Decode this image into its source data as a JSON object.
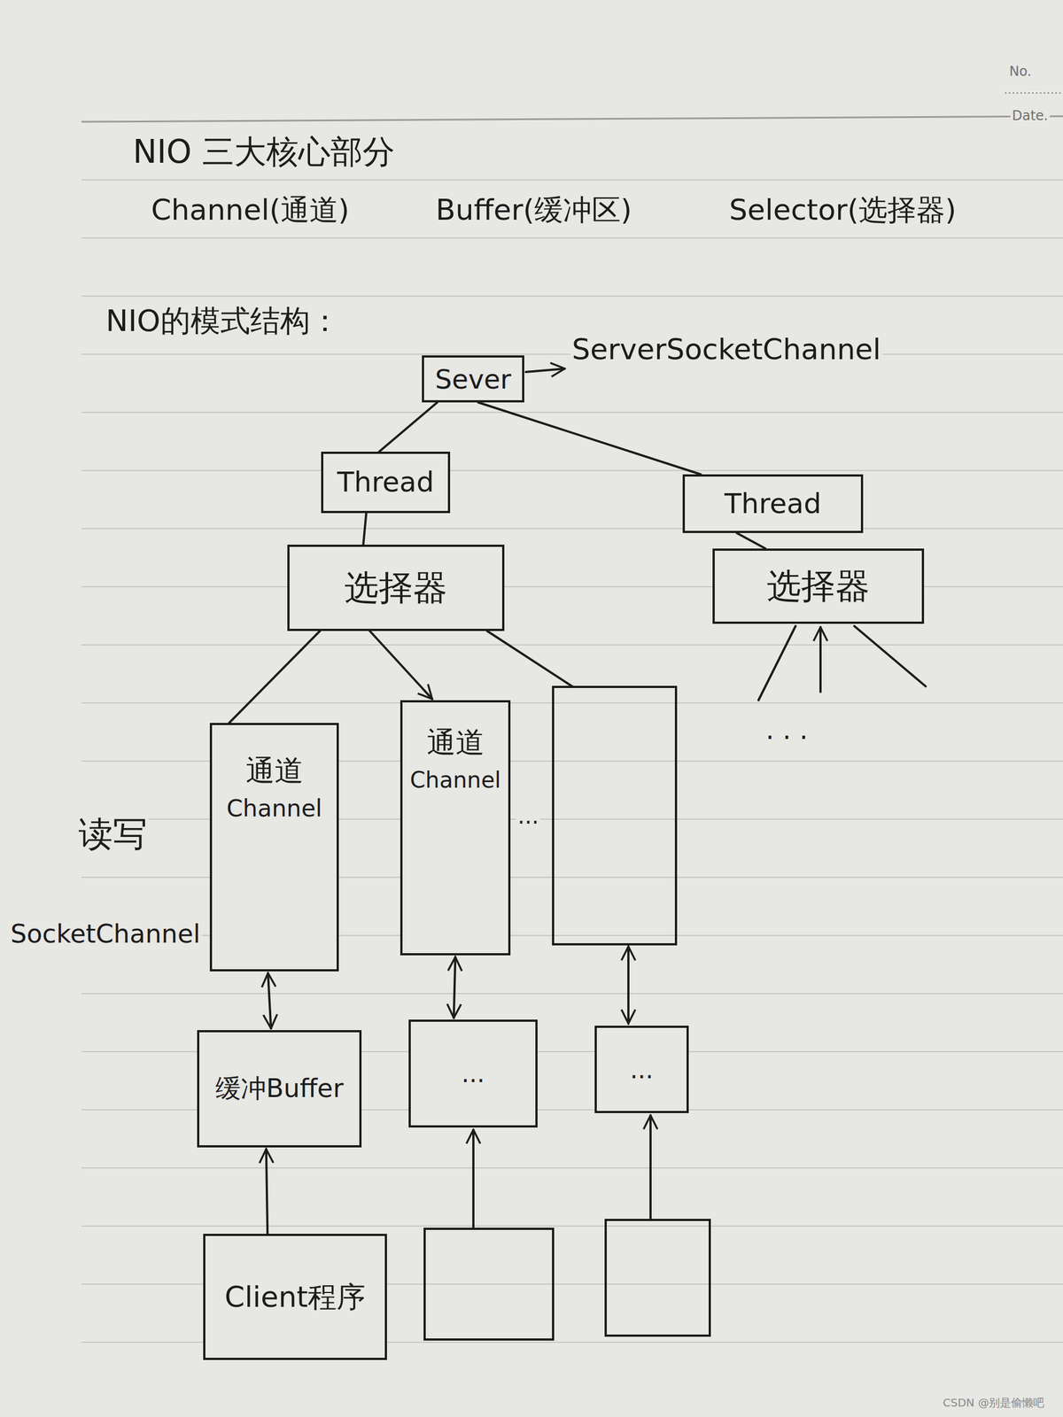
{
  "diagram": {
    "title": "NIO 三大核心部分",
    "nodes": [
      {
        "text": [
          "Sever"
        ]
      },
      {
        "text": [
          "Thread"
        ]
      },
      {
        "text": [
          "Thread"
        ]
      },
      {
        "text": [
          "选择器"
        ]
      },
      {
        "text": [
          "选择器"
        ]
      },
      {
        "text": [
          "通道",
          "Channel"
        ]
      },
      {
        "text": [
          "通道",
          "Channel"
        ]
      },
      {
        "text": [
          "缓冲Buffer"
        ]
      },
      {
        "text": [
          "..."
        ]
      },
      {
        "text": [
          "..."
        ]
      },
      {
        "text": [
          "Client程序"
        ]
      }
    ],
    "edges": [
      {
        "from": 0,
        "to": 1,
        "arrow": "none"
      },
      {
        "from": 0,
        "to": 2,
        "arrow": "none"
      },
      {
        "from": 1,
        "to": 3,
        "arrow": "none"
      },
      {
        "from": 2,
        "to": 4,
        "arrow": "none"
      },
      {
        "from": 3,
        "to": 5,
        "arrow": "none"
      },
      {
        "from": 3,
        "to": 6,
        "arrow": "to"
      },
      {
        "from": 5,
        "to": 7,
        "arrow": "both"
      },
      {
        "from": 6,
        "to": 8,
        "arrow": "both"
      },
      {
        "from": 10,
        "to": 7,
        "arrow": "to"
      }
    ],
    "labels": [
      "Channel(通道)",
      "Buffer(缓冲区)",
      "Selector(选择器)",
      "NIO的模式结构：",
      "ServerSocketChannel",
      "读写",
      "SocketChannel",
      "...",
      ". . .",
      "No.",
      "Date.",
      "CSDN @别是偷懒吧"
    ]
  }
}
